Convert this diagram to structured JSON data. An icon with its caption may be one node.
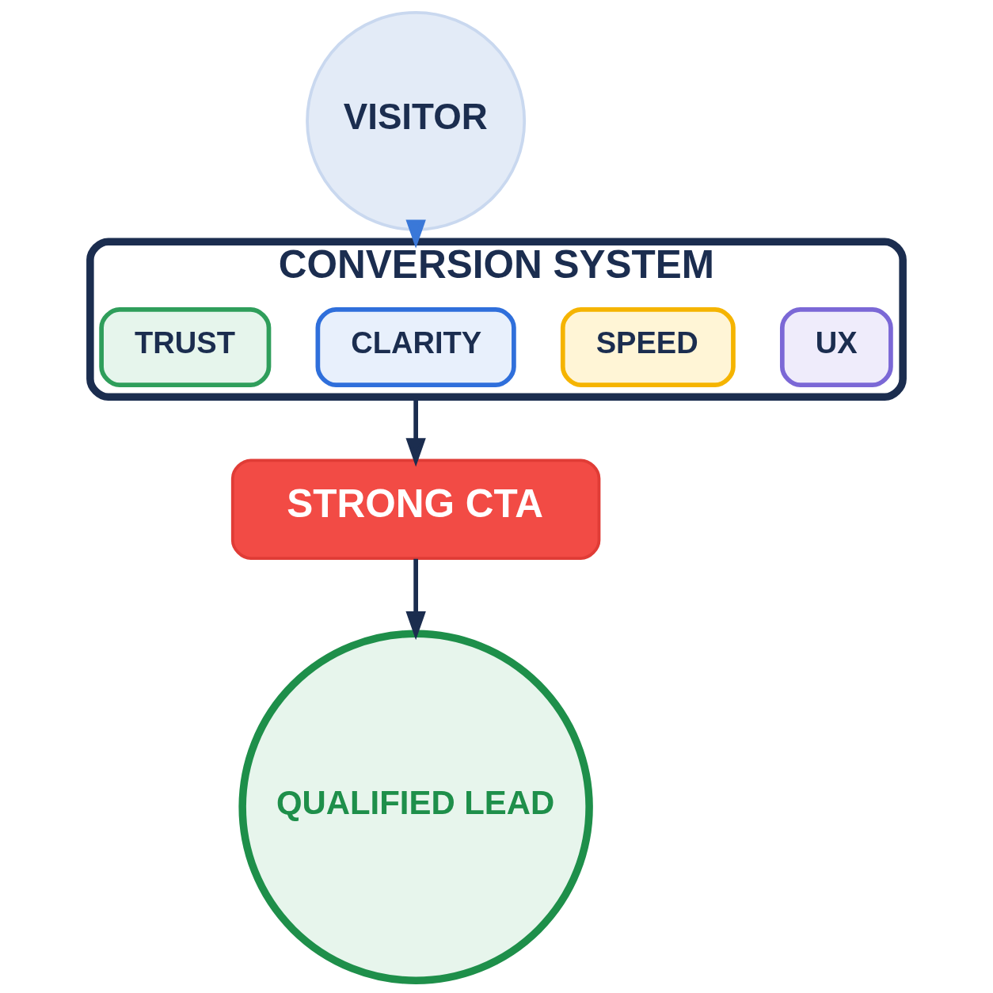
{
  "diagram": {
    "nodes": [
      {
        "text": [
          "VISITOR"
        ]
      },
      {
        "text": [
          "CONVERSION SYSTEM"
        ]
      },
      {
        "text": [
          "TRUST"
        ],
        "in": 1
      },
      {
        "text": [
          "CLARITY"
        ],
        "in": 1
      },
      {
        "text": [
          "SPEED"
        ],
        "in": 1
      },
      {
        "text": [
          "UX"
        ],
        "in": 1
      },
      {
        "text": [
          "STRONG CTA"
        ]
      },
      {
        "text": [
          "QUALIFIED LEAD"
        ]
      }
    ],
    "edges": [
      {
        "from": 0,
        "to": 1,
        "arrow": "to",
        "color": "#3a78d8"
      },
      {
        "from": 1,
        "to": 6,
        "arrow": "to"
      },
      {
        "from": 6,
        "to": 7,
        "arrow": "to"
      }
    ]
  }
}
